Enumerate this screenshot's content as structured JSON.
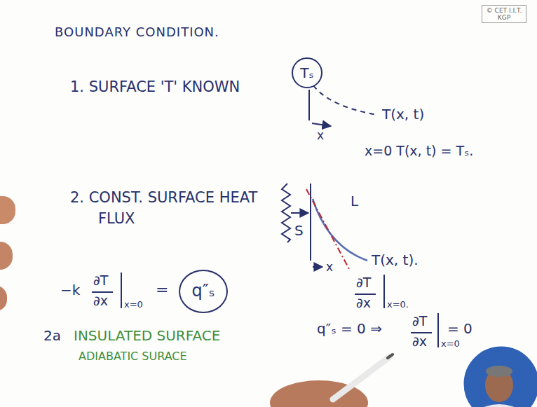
{
  "diagram": {
    "title": "BOUNDARY CONDITION.",
    "nodes": [
      {
        "text": [
          "© CET I.I.T. KGP"
        ]
      },
      {
        "text": [
          "Tₛ"
        ]
      },
      {
        "text": [
          "q″ₛ"
        ]
      }
    ],
    "labels": [
      "1. SURFACE 'T' KNOWN",
      "T(x, t)",
      "x",
      "x=0 T(x, t) = Tₛ.",
      "2. CONST. SURFACE HEAT",
      "FLUX",
      "L",
      "S",
      "T(x, t).",
      "x",
      "∂T",
      "∂x",
      "x=0.",
      "−k",
      "∂T",
      "∂x",
      "x=0",
      "=",
      "2a",
      "INSULATED SURFACE",
      "ADIABATIC SURACE",
      "q″ₛ = 0 ⇒",
      "∂T",
      "∂x",
      "x=0",
      "= 0"
    ]
  }
}
